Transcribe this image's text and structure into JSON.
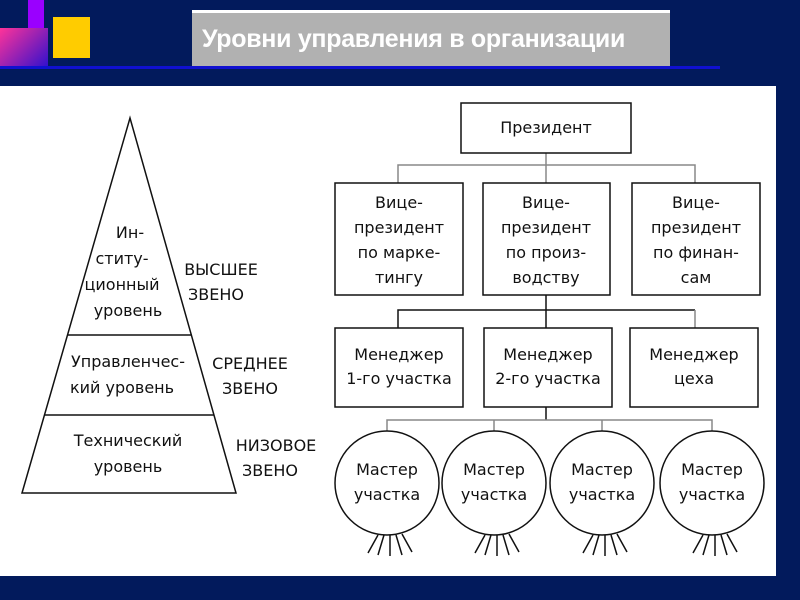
{
  "title": "Уровни управления в организации",
  "pyramid": {
    "levels": [
      {
        "lines": [
          "Ин-",
          "ститу-",
          "ционный",
          "уровень"
        ],
        "tier": [
          "ВЫСШЕЕ",
          "ЗВЕНО"
        ]
      },
      {
        "lines": [
          "Управленчес-",
          "кий уровень"
        ],
        "tier": [
          "СРЕДНЕЕ",
          "ЗВЕНО"
        ]
      },
      {
        "lines": [
          "Технический",
          "уровень"
        ],
        "tier": [
          "НИЗОВОЕ",
          "ЗВЕНО"
        ]
      }
    ]
  },
  "org": {
    "president": "Президент",
    "vice_presidents": [
      [
        "Вице-",
        "президент",
        "по марке-",
        "тингу"
      ],
      [
        "Вице-",
        "президент",
        "по произ-",
        "водству"
      ],
      [
        "Вице-",
        "президент",
        "по финан-",
        "сам"
      ]
    ],
    "managers": [
      [
        "Менеджер",
        "1-го участка"
      ],
      [
        "Менеджер",
        "2-го участка"
      ],
      [
        "Менеджер",
        "цеха"
      ]
    ],
    "masters": [
      [
        "Мастер",
        "участка"
      ],
      [
        "Мастер",
        "участка"
      ],
      [
        "Мастер",
        "участка"
      ],
      [
        "Мастер",
        "участка"
      ]
    ]
  }
}
